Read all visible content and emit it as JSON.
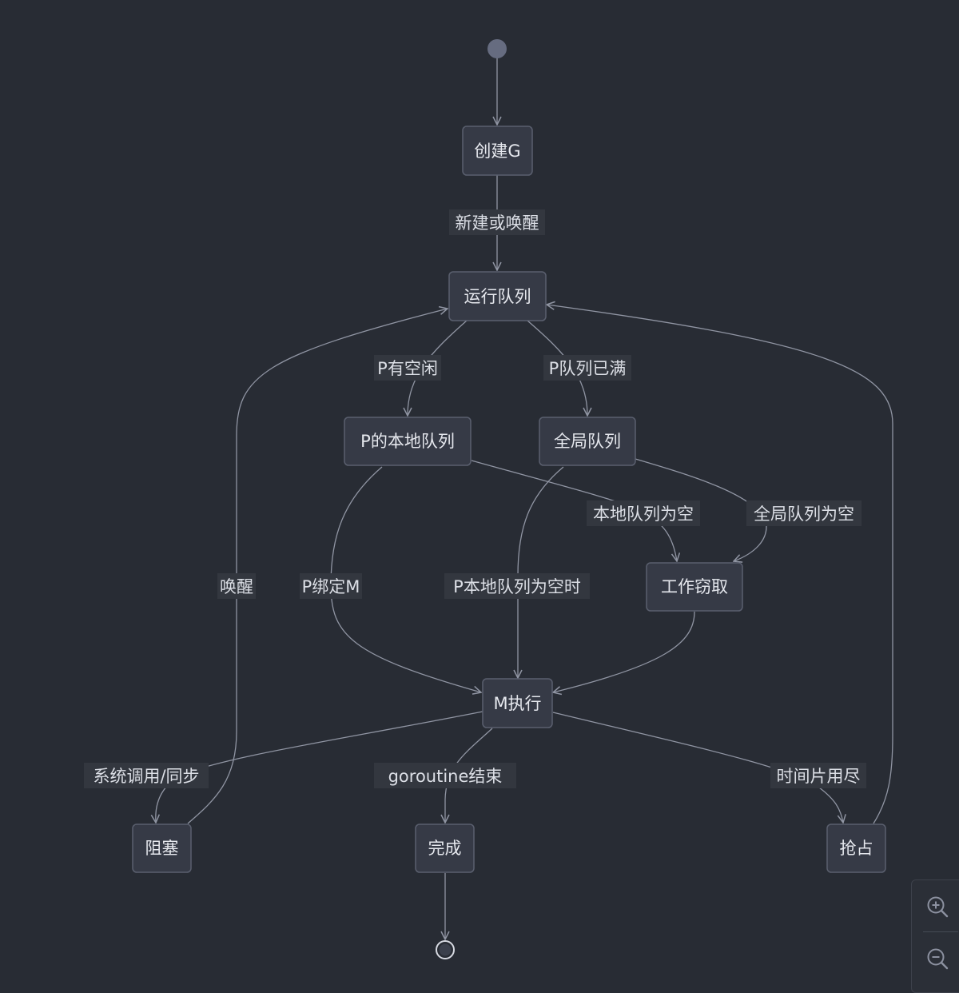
{
  "nodes": {
    "create_g": "创建G",
    "run_queue": "运行队列",
    "local_queue": "P的本地队列",
    "global_queue": "全局队列",
    "work_steal": "工作窃取",
    "m_exec": "M执行",
    "blocked": "阻塞",
    "done": "完成",
    "preempt": "抢占"
  },
  "edges": {
    "new_or_wake": "新建或唤醒",
    "p_idle": "P有空闲",
    "p_queue_full": "P队列已满",
    "local_empty": "本地队列为空",
    "global_empty": "全局队列为空",
    "wake": "唤醒",
    "p_bind_m": "P绑定M",
    "p_local_empty_when": "P本地队列为空时",
    "syscall_sync": "系统调用/同步",
    "goroutine_end": "goroutine结束",
    "timeslice_used": "时间片用尽"
  },
  "zoom": {
    "zoom_in_icon": "zoom-in-icon",
    "zoom_out_icon": "zoom-out-icon"
  },
  "colors": {
    "background": "#282c34",
    "node_fill": "#363a46",
    "node_stroke": "#5a5f6e",
    "edge": "#9095a3",
    "start_dot": "#666c80"
  }
}
